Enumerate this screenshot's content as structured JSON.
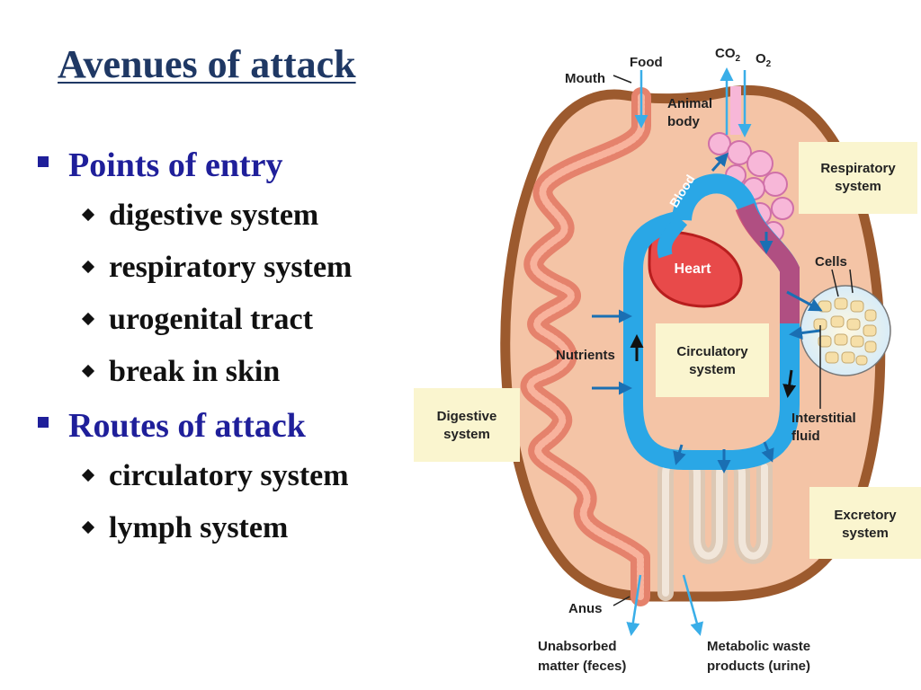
{
  "title": "Avenues of attack",
  "bullets": [
    {
      "label": "Points of entry",
      "items": [
        "digestive system",
        "respiratory system",
        "urogenital tract",
        "break in skin"
      ]
    },
    {
      "label": "Routes of attack",
      "items": [
        "circulatory system",
        "lymph system"
      ]
    }
  ],
  "diagram": {
    "food": "Food",
    "mouth": "Mouth",
    "co2": "CO",
    "co2_sub": "2",
    "o2": "O",
    "o2_sub": "2",
    "animal_body_1": "Animal",
    "animal_body_2": "body",
    "respiratory_1": "Respiratory",
    "respiratory_2": "system",
    "blood": "Blood",
    "heart": "Heart",
    "cells": "Cells",
    "nutrients": "Nutrients",
    "circulatory_1": "Circulatory",
    "circulatory_2": "system",
    "digestive_1": "Digestive",
    "digestive_2": "system",
    "interstitial_1": "Interstitial",
    "interstitial_2": "fluid",
    "excretory_1": "Excretory",
    "excretory_2": "system",
    "anus": "Anus",
    "unabsorbed_1": "Unabsorbed",
    "unabsorbed_2": "matter (feces)",
    "metabolic_1": "Metabolic waste",
    "metabolic_2": "products (urine)"
  },
  "colors": {
    "title": "#1f3864",
    "bullet_l1": "#1f1f9a",
    "body_fill": "#f4c4a6",
    "body_outline": "#9c5a2e",
    "blood_vessel": "#2aa7e6",
    "arrow": "#1a6fb3",
    "label_box": "#faf5cf"
  }
}
